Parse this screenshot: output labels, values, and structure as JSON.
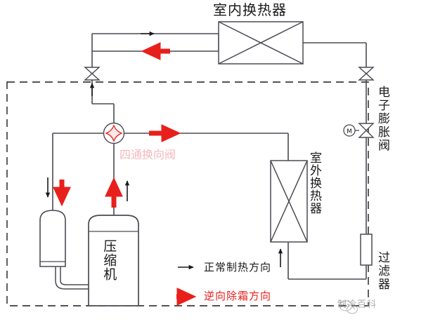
{
  "diagram": {
    "title": "室内换热器",
    "components": {
      "indoor_heat_exchanger": "室内换热器",
      "outdoor_heat_exchanger": "室外换热器",
      "electronic_expansion_valve": "电子膨胀阀",
      "filter": "过滤器",
      "four_way_reversing_valve": "四通换向阀",
      "compressor": "压缩机",
      "motor_symbol": "M"
    },
    "legend": [
      {
        "label": "正常制热方向",
        "color": "#1a1a1a",
        "arrow": "small-black-arrow"
      },
      {
        "label": "逆向除霜方向",
        "color": "#e8201c",
        "arrow": "large-red-arrow"
      }
    ],
    "colors": {
      "pipe": "#4a4a52",
      "normal_flow": "#1a1a1a",
      "defrost_flow": "#e8201c",
      "four_way_valve_label": "#f3b8bc",
      "boundary_dash": "#1a1a1a",
      "watermark": "#8b8b8b"
    },
    "watermark": {
      "text": "制冷百科",
      "icon": "wechat-icon"
    }
  }
}
